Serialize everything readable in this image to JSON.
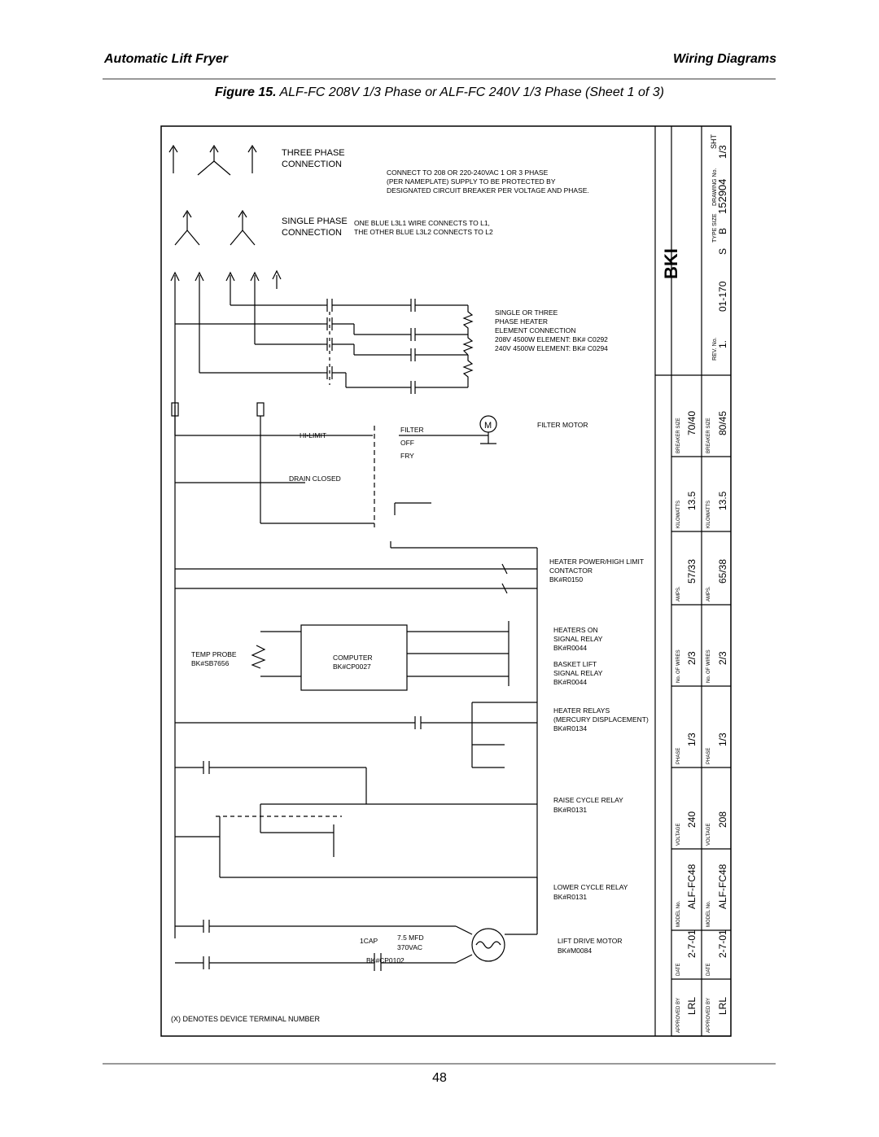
{
  "header": {
    "left": "Automatic Lift Fryer",
    "right": "Wiring Diagrams"
  },
  "caption": {
    "figure": "Figure 15.",
    "text": "ALF-FC 208V 1/3 Phase or ALF-FC 240V 1/3 Phase (Sheet 1 of 3)"
  },
  "page_number": "48",
  "diagram": {
    "title_block": {
      "drawing_no_label": "DRAWING No.",
      "drawing_no": "152904",
      "sheet_label": "SHT",
      "sheet": "1/3",
      "type_label": "TYPE",
      "type": "S",
      "size_label": "SIZE",
      "size": "B",
      "rev_label": "REV. No.",
      "rev": "1.",
      "rev_code": "01-170",
      "logo": "BKI",
      "col_labels": [
        "BREAKER SIZE",
        "KILOWATTS",
        "AMPS.",
        "No. OF WIRES",
        "PHASE",
        "VOLTAGE",
        "MODEL No.",
        "DATE",
        "APPROVED BY"
      ],
      "row1": [
        "70/40",
        "13.5",
        "57/33",
        "2/3",
        "1/3",
        "240",
        "ALF-FC48",
        "2-7-01",
        "LRL"
      ],
      "row2": [
        "80/45",
        "13.5",
        "65/38",
        "2/3",
        "1/3",
        "208",
        "ALF-FC48",
        "2-7-01",
        "LRL"
      ]
    },
    "labels": {
      "three_phase": [
        "THREE PHASE",
        "CONNECTION"
      ],
      "single_phase": [
        "SINGLE PHASE",
        "CONNECTION"
      ],
      "connect_note": [
        "CONNECT TO 208 OR 220-240VAC 1 OR 3 PHASE",
        "(PER NAMEPLATE) SUPPLY TO BE PROTECTED BY",
        "DESIGNATED CIRCUIT BREAKER PER VOLTAGE AND PHASE."
      ],
      "single_note": [
        "ONE BLUE L3L1 WIRE CONNECTS TO L1,",
        "THE OTHER BLUE L3L2 CONNECTS TO L2"
      ],
      "heater_note": [
        "SINGLE OR THREE",
        "PHASE HEATER",
        "ELEMENT CONNECTION",
        "208V 4500W ELEMENT: BK# C0292",
        "240V 4500W ELEMENT: BK# C0294"
      ],
      "filter_motor": "FILTER MOTOR",
      "filter_pos": [
        "FILTER",
        "OFF",
        "FRY"
      ],
      "hi_limit": "HI-LIMIT",
      "drain_closed": "DRAIN CLOSED",
      "heater_contactor": [
        "HEATER POWER/HIGH LIMIT",
        "CONTACTOR",
        "BK#R0150"
      ],
      "heaters_on": [
        "HEATERS ON",
        "SIGNAL RELAY",
        "BK#R0044"
      ],
      "basket_lift": [
        "BASKET LIFT",
        "SIGNAL RELAY",
        "BK#R0044"
      ],
      "heater_relays": [
        "HEATER RELAYS",
        "(MERCURY DISPLACEMENT)",
        "BK#R0134"
      ],
      "raise_relay": [
        "RAISE CYCLE RELAY",
        "BK#R0131"
      ],
      "lower_relay": [
        "LOWER CYCLE RELAY",
        "BK#R0131"
      ],
      "lift_motor": [
        "LIFT DRIVE MOTOR",
        "BK#M0084"
      ],
      "temp_probe": [
        "TEMP PROBE",
        "BK#SB7656"
      ],
      "computer": [
        "COMPUTER",
        "BK#CP0027"
      ],
      "cap": [
        "1CAP",
        "7.5 MFD",
        "370VAC",
        "BK#CP0102"
      ],
      "footnote": "(X) DENOTES DEVICE TERMINAL NUMBER"
    }
  }
}
